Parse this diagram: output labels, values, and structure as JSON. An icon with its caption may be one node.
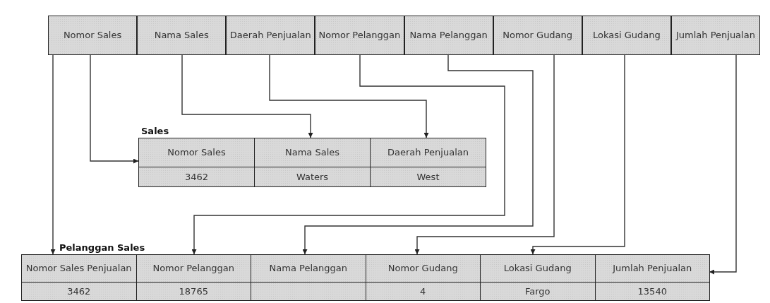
{
  "diagram": {
    "nodes": [
      {
        "text": [
          "Nomor Sales"
        ]
      },
      {
        "text": [
          "Nama Sales"
        ]
      },
      {
        "text": [
          "Daerah Penjualan"
        ]
      },
      {
        "text": [
          "Nomor Pelanggan"
        ]
      },
      {
        "text": [
          "Nama Pelanggan"
        ]
      },
      {
        "text": [
          "Nomor Gudang"
        ]
      },
      {
        "text": [
          "Lokasi Gudang"
        ]
      },
      {
        "text": [
          "Jumlah Penjualan"
        ]
      },
      {
        "text": [
          "Sales"
        ]
      },
      {
        "text": [
          "Nomor Sales"
        ],
        "in": 8
      },
      {
        "text": [
          "Nama Sales"
        ],
        "in": 8
      },
      {
        "text": [
          "Daerah Penjualan"
        ],
        "in": 8
      },
      {
        "text": [
          "Pelanggan Sales"
        ]
      },
      {
        "text": [
          "Nomor Sales Penjualan"
        ],
        "in": 12
      },
      {
        "text": [
          "Nomor Pelanggan"
        ],
        "in": 12
      },
      {
        "text": [
          "Nama Pelanggan"
        ],
        "in": 12
      },
      {
        "text": [
          "Nomor Gudang"
        ],
        "in": 12
      },
      {
        "text": [
          "Lokasi Gudang"
        ],
        "in": 12
      },
      {
        "text": [
          "Jumlah Penjualan"
        ],
        "in": 12
      }
    ],
    "edges": [
      {
        "from": 0,
        "to": 13,
        "arrow": "to"
      },
      {
        "from": 0,
        "to": 9,
        "arrow": "to"
      },
      {
        "from": 1,
        "to": 10,
        "arrow": "to"
      },
      {
        "from": 2,
        "to": 11,
        "arrow": "to"
      },
      {
        "from": 3,
        "to": 14,
        "arrow": "to"
      },
      {
        "from": 4,
        "to": 15,
        "arrow": "to"
      },
      {
        "from": 5,
        "to": 16,
        "arrow": "to"
      },
      {
        "from": 6,
        "to": 17,
        "arrow": "to"
      },
      {
        "from": 7,
        "to": 18,
        "arrow": "to"
      }
    ],
    "labels": [
      "3462",
      "Waters",
      "West",
      "3462",
      "18765",
      "4",
      "Fargo",
      "13540"
    ]
  }
}
